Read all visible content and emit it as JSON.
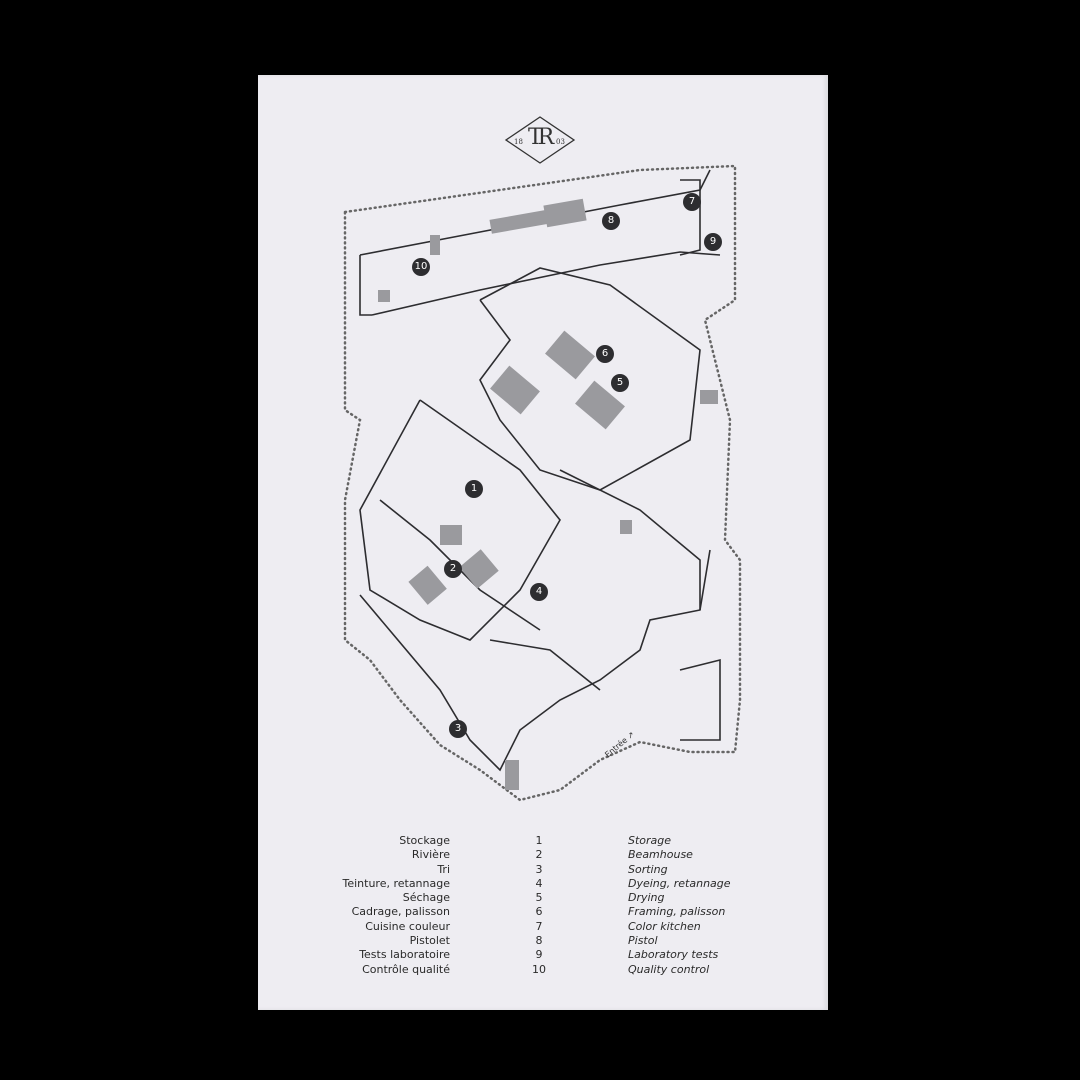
{
  "logo": {
    "monogram": "TR",
    "year_left": "18",
    "year_right": "03"
  },
  "map": {
    "entrance_label": "Entrée",
    "markers": [
      "1",
      "2",
      "3",
      "4",
      "5",
      "6",
      "7",
      "8",
      "9",
      "10"
    ]
  },
  "legend": [
    {
      "fr": "Stockage",
      "num": "1",
      "en": "Storage"
    },
    {
      "fr": "Rivière",
      "num": "2",
      "en": "Beamhouse"
    },
    {
      "fr": "Tri",
      "num": "3",
      "en": "Sorting"
    },
    {
      "fr": "Teinture, retannage",
      "num": "4",
      "en": "Dyeing, retannage"
    },
    {
      "fr": "Séchage",
      "num": "5",
      "en": "Drying"
    },
    {
      "fr": "Cadrage, palisson",
      "num": "6",
      "en": "Framing, palisson"
    },
    {
      "fr": "Cuisine couleur",
      "num": "7",
      "en": "Color kitchen"
    },
    {
      "fr": "Pistolet",
      "num": "8",
      "en": "Pistol"
    },
    {
      "fr": "Tests laboratoire",
      "num": "9",
      "en": "Laboratory tests"
    },
    {
      "fr": "Contrôle qualité",
      "num": "10",
      "en": "Quality control"
    }
  ],
  "colors": {
    "paper": "#eeedf2",
    "ink": "#2d2d30",
    "machine": "#9a9a9e"
  }
}
